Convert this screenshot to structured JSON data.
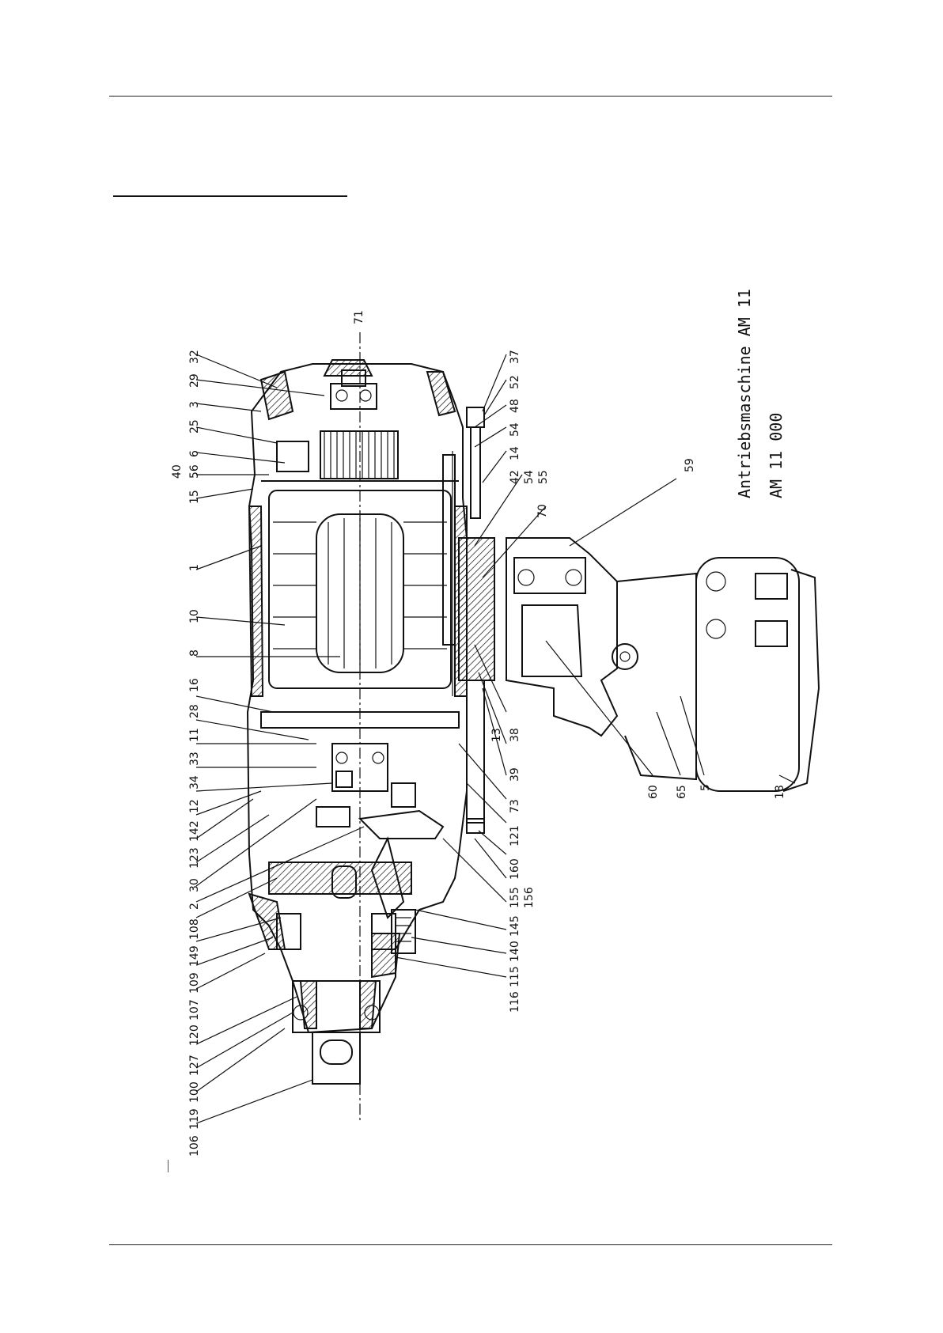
{
  "drawing": {
    "title": "Antriebsmaschine AM 11",
    "number": "AM 11 000"
  },
  "left_labels": [
    "32",
    "29",
    "3",
    "25",
    "6",
    "40",
    "56",
    "15",
    "1",
    "10",
    "8",
    "16",
    "28",
    "11",
    "33",
    "34",
    "12",
    "142",
    "123",
    "30",
    "2",
    "108",
    "149",
    "109",
    "107",
    "120",
    "127",
    "100",
    "119",
    "106"
  ],
  "top_labels": [
    "71"
  ],
  "right_upper_labels": [
    "37",
    "52",
    "48",
    "54",
    "14",
    "42",
    "54",
    "55",
    "70",
    "59"
  ],
  "right_lower_labels": [
    "38",
    "13",
    "39",
    "73",
    "121",
    "160",
    "155",
    "156",
    "145",
    "140",
    "115",
    "116",
    "60",
    "65",
    "5",
    "18"
  ]
}
